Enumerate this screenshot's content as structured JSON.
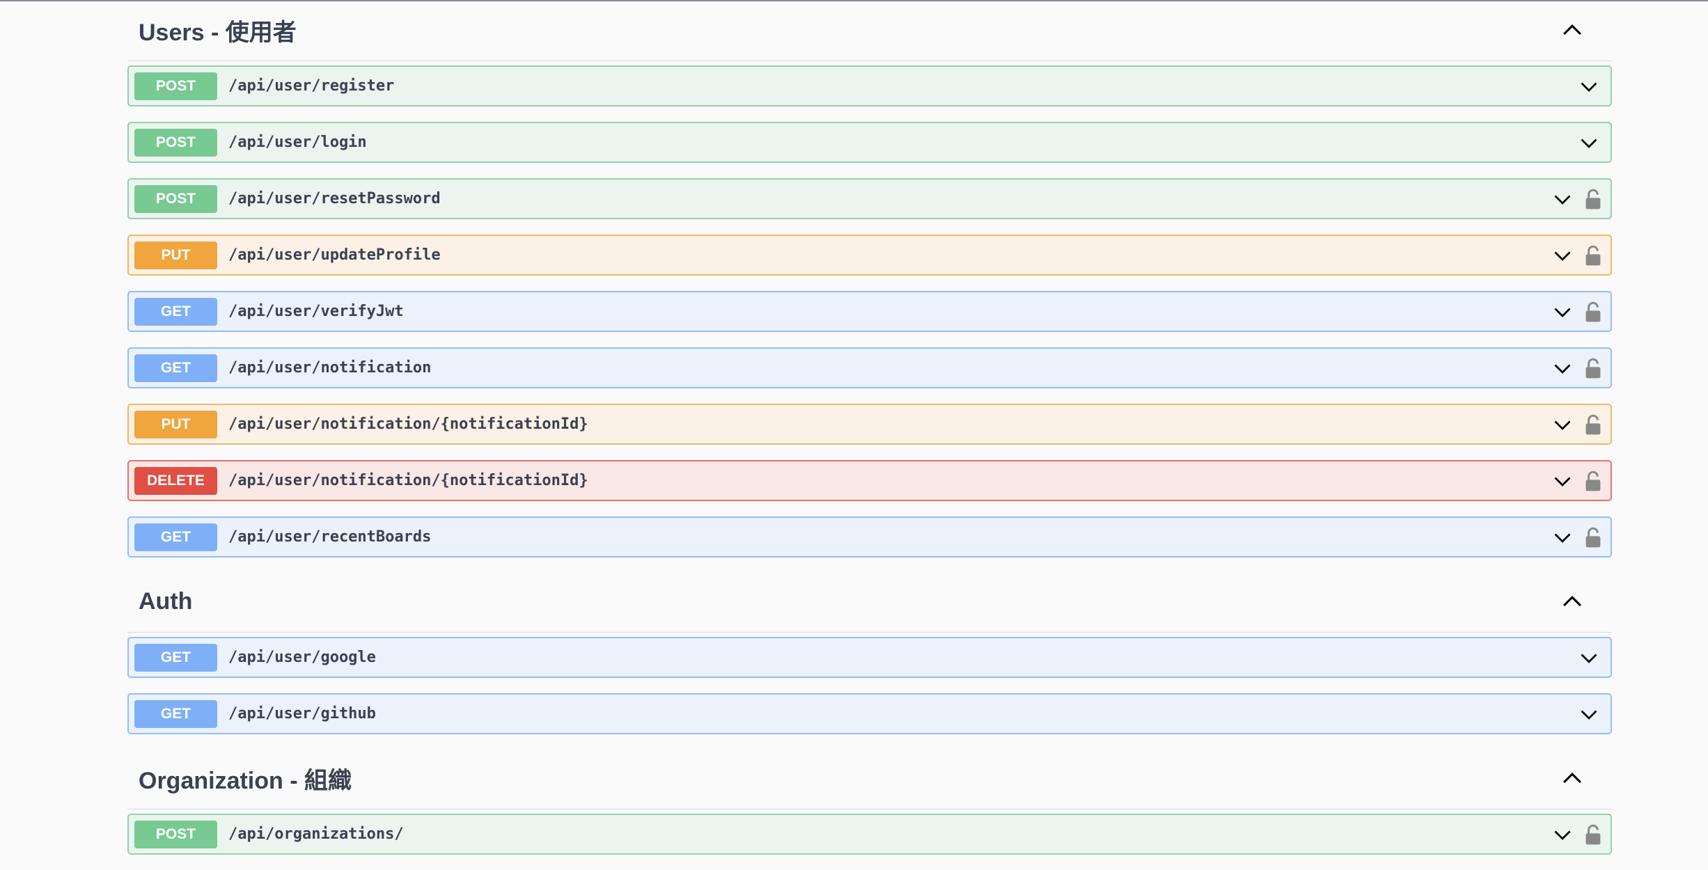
{
  "sections": [
    {
      "title": "Users - 使用者",
      "operations": [
        {
          "method": "POST",
          "path": "/api/user/register",
          "locked": false
        },
        {
          "method": "POST",
          "path": "/api/user/login",
          "locked": false
        },
        {
          "method": "POST",
          "path": "/api/user/resetPassword",
          "locked": true
        },
        {
          "method": "PUT",
          "path": "/api/user/updateProfile",
          "locked": true
        },
        {
          "method": "GET",
          "path": "/api/user/verifyJwt",
          "locked": true
        },
        {
          "method": "GET",
          "path": "/api/user/notification",
          "locked": true
        },
        {
          "method": "PUT",
          "path": "/api/user/notification/{notificationId}",
          "locked": true
        },
        {
          "method": "DELETE",
          "path": "/api/user/notification/{notificationId}",
          "locked": true
        },
        {
          "method": "GET",
          "path": "/api/user/recentBoards",
          "locked": true
        }
      ]
    },
    {
      "title": "Auth",
      "operations": [
        {
          "method": "GET",
          "path": "/api/user/google",
          "locked": false
        },
        {
          "method": "GET",
          "path": "/api/user/github",
          "locked": false
        }
      ]
    },
    {
      "title": "Organization - 組織",
      "operations": [
        {
          "method": "POST",
          "path": "/api/organizations/",
          "locked": true
        }
      ]
    }
  ],
  "icons": {
    "collapse": "chevron-up-icon",
    "expand": "chevron-down-icon",
    "auth": "lock-icon"
  },
  "colors": {
    "post": "#49cc90",
    "put": "#fca130",
    "get": "#61affe",
    "delete": "#f93e3e",
    "text": "#3b4151"
  }
}
